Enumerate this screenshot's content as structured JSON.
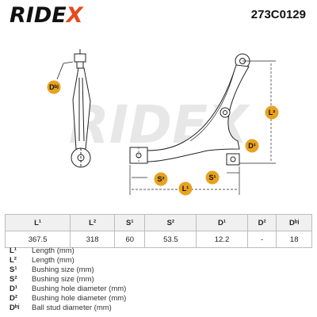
{
  "header": {
    "brand": "RIDEX",
    "part_code": "273C0129"
  },
  "watermark": "RIDEX",
  "diagram_labels": {
    "ball_stud": "Dᵇʲ",
    "length_1": "L¹",
    "length_2": "L²",
    "bushing_1": "S¹",
    "bushing_2": "S²",
    "hole_1": "D¹"
  },
  "spec_table": {
    "columns": [
      "L¹",
      "L²",
      "S¹",
      "S²",
      "D¹",
      "D²",
      "Dᵇʲ"
    ],
    "values": [
      "367.5",
      "318",
      "60",
      "53.5",
      "12.2",
      "-",
      "18"
    ]
  },
  "legend": [
    {
      "symbol": "L¹",
      "description": "Length (mm)"
    },
    {
      "symbol": "L²",
      "description": "Length (mm)"
    },
    {
      "symbol": "S¹",
      "description": "Bushing size (mm)"
    },
    {
      "symbol": "S²",
      "description": "Bushing size (mm)"
    },
    {
      "symbol": "D¹",
      "description": "Bushing hole diameter (mm)"
    },
    {
      "symbol": "D²",
      "description": "Bushing hole diameter (mm)"
    },
    {
      "symbol": "Dᵇʲ",
      "description": "Ball stud diameter (mm)"
    }
  ],
  "colors": {
    "brand_accent": "#e8491f",
    "badge": "#e8a21f"
  }
}
